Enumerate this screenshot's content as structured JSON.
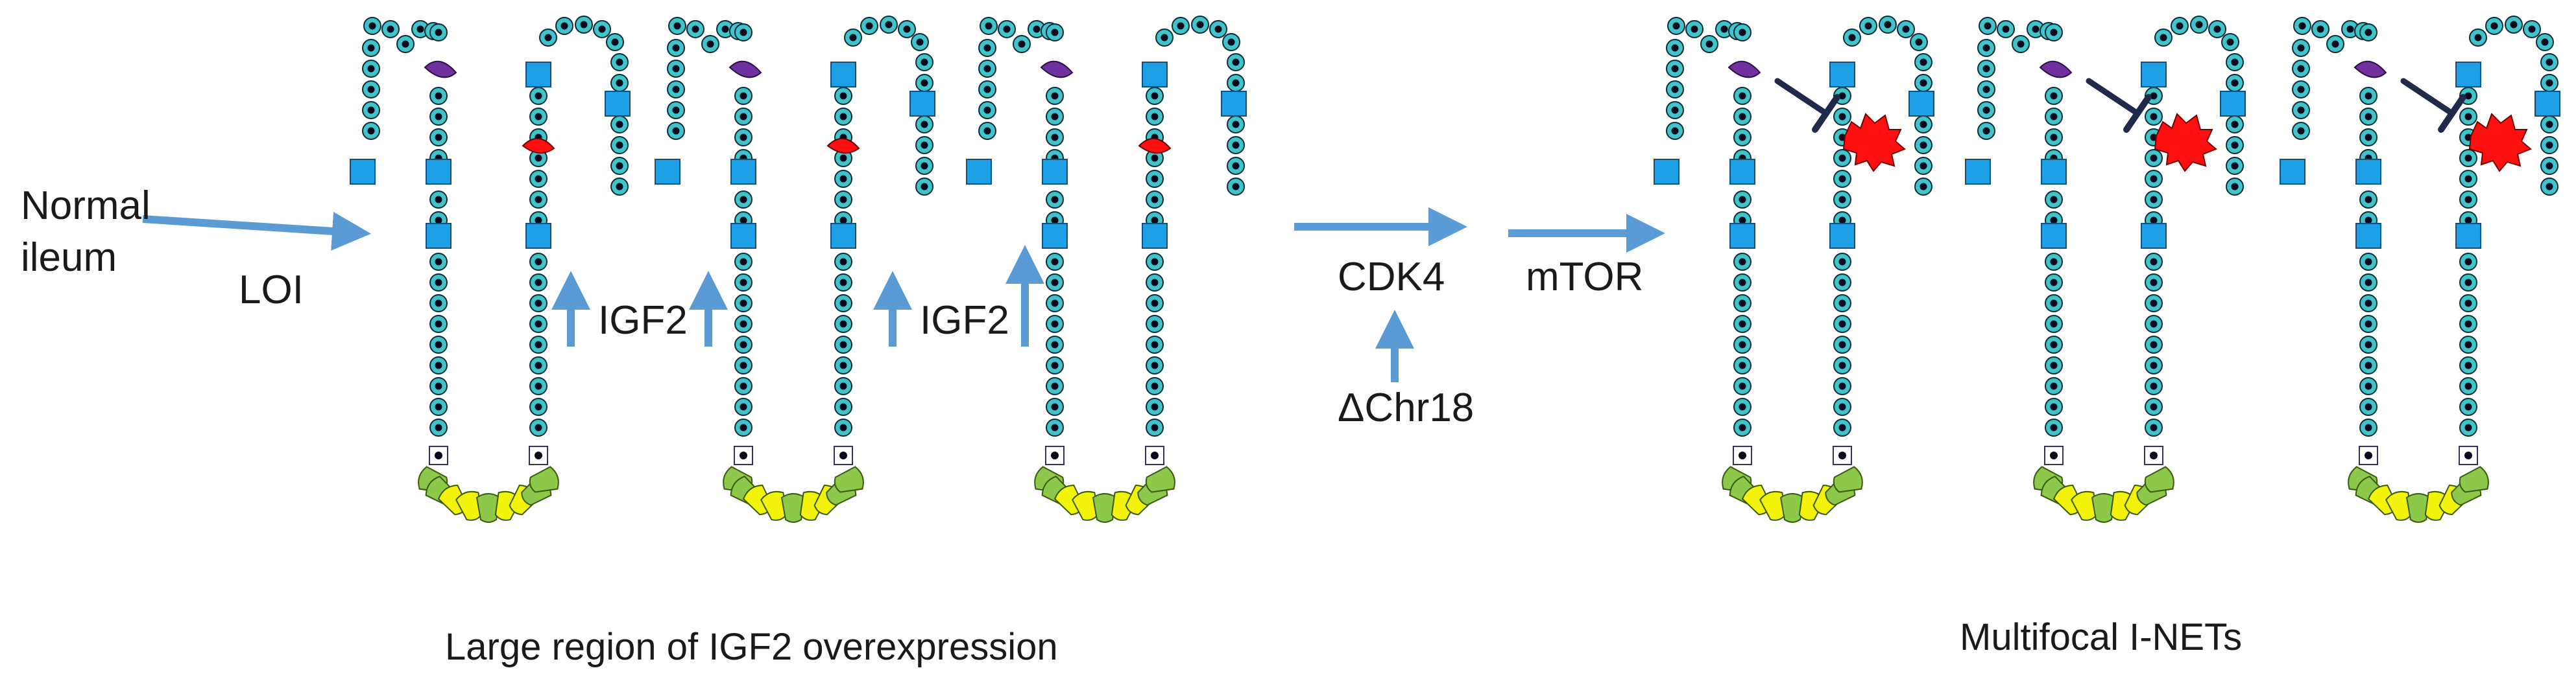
{
  "labels": {
    "normal_ileum_line1": "Normal",
    "normal_ileum_line2": "ileum",
    "loi": "LOI",
    "igf2_a": "IGF2",
    "igf2_b": "IGF2",
    "cdk4": "CDK4",
    "chr18": "ΔChr18",
    "mtor": "mTOR",
    "caption_left": "Large region of IGF2 overexpression",
    "caption_right": "Multifocal I-NETs"
  },
  "colors": {
    "epithelial_cell": "#40c4cc",
    "nucleus": "#0a0a1a",
    "stem_block": "#1ea0e6",
    "paneth_green": "#8cc84a",
    "paneth_yellow": "#f2f20a",
    "enteroendocrine": "#7030a0",
    "igf2_cell": "#ff1010",
    "arrow": "#5b9bd5",
    "inhibitor": "#1f2a4a"
  },
  "structures": {
    "villus_units": 6,
    "tumor_units": 3
  }
}
